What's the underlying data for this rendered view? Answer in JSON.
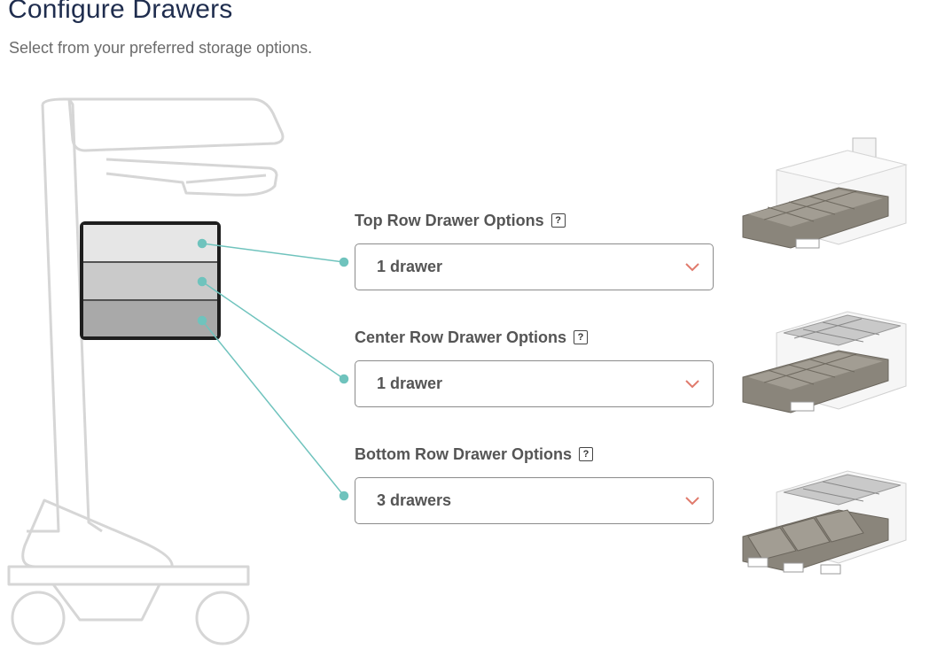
{
  "header": {
    "title": "Configure Drawers",
    "subtitle": "Select from your preferred storage options."
  },
  "options": [
    {
      "label": "Top Row Drawer Options",
      "help": "?",
      "selected": "1 drawer"
    },
    {
      "label": "Center Row Drawer Options",
      "help": "?",
      "selected": "1 drawer"
    },
    {
      "label": "Bottom Row Drawer Options",
      "help": "?",
      "selected": "3 drawers"
    }
  ],
  "colors": {
    "title": "#1f2d4e",
    "connector": "#6fc3bd",
    "chevron": "#e07a6c",
    "drawer_gray": "#7d786f"
  },
  "icons": [
    "help-icon",
    "chevron-down-icon"
  ]
}
